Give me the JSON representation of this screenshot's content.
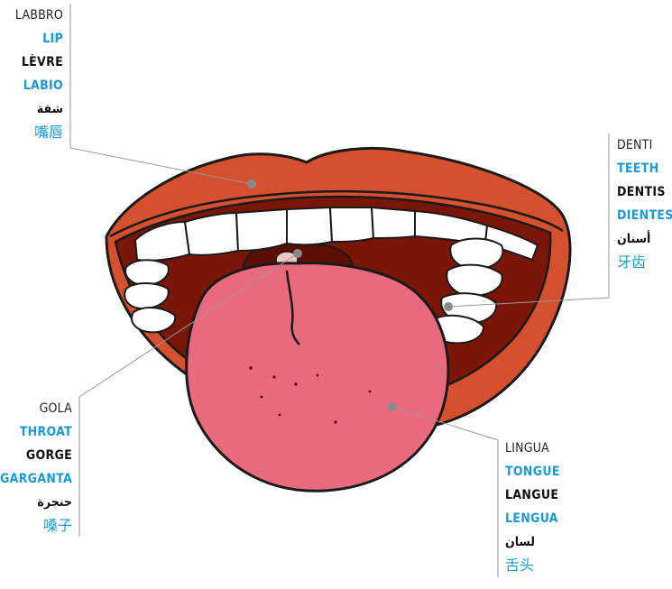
{
  "colors": {
    "lip": "#d4502e",
    "lip_dark": "#b73f22",
    "mouth_inside": "#7a1608",
    "tongue": "#e96a7d",
    "teeth": "#ffffff",
    "outline": "#1a1a1a",
    "accent_blue": "#1a9ad6",
    "leader_line": "#999999",
    "dot": "#8a8a8a"
  },
  "labels": {
    "lip": {
      "it": "LABBRO",
      "en": "LIP",
      "fr": "LÈVRE",
      "es": "LABIO",
      "ar": "شفة",
      "zh": "嘴唇"
    },
    "teeth": {
      "it": "DENTI",
      "en": "TEETH",
      "fr": "DENTIS",
      "es": "DIENTES",
      "ar": "أسنان",
      "zh": "牙齿"
    },
    "throat": {
      "it": "GOLA",
      "en": "THROAT",
      "fr": "GORGE",
      "es": "GARGANTA",
      "ar": "حنجرة",
      "zh": "嗓子"
    },
    "tongue": {
      "it": "LINGUA",
      "en": "TONGUE",
      "fr": "LANGUE",
      "es": "LENGUA",
      "ar": "لسان",
      "zh": "舌头"
    }
  }
}
